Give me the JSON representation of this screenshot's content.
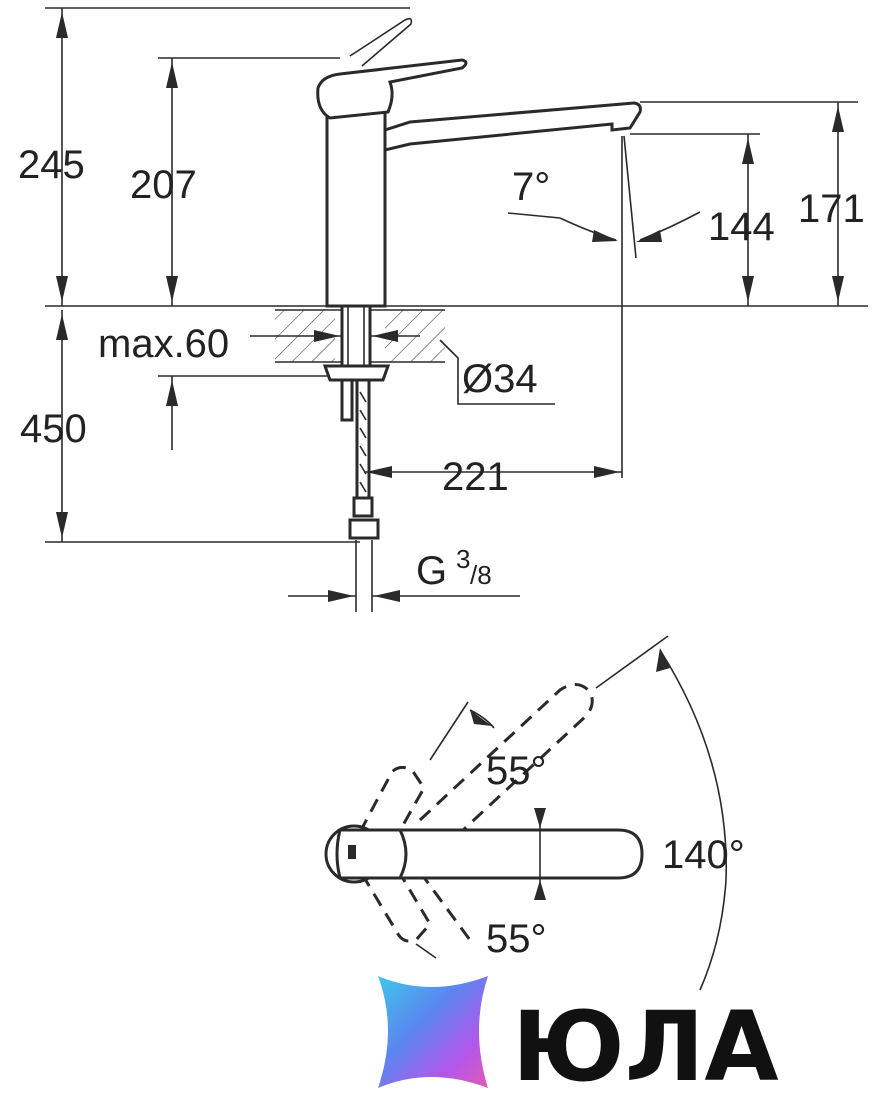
{
  "dimensions": {
    "total_height": "245",
    "lever_height": "207",
    "spout_height_max": "171",
    "spout_height": "144",
    "spout_angle": "7°",
    "max_thickness": "max.60",
    "hole_diameter": "Ø34",
    "hose_length": "450",
    "spout_reach": "221",
    "thread_main": "G",
    "thread_num": "3",
    "thread_den": "/8"
  },
  "rotation": {
    "lever_up": "55°",
    "lever_down": "55°",
    "spout_swivel": "140°"
  },
  "logo": {
    "text": "ЮЛА",
    "gradient_colors": [
      "#3fc7e8",
      "#6a6cf0",
      "#c44fe6",
      "#e45bb0"
    ]
  }
}
